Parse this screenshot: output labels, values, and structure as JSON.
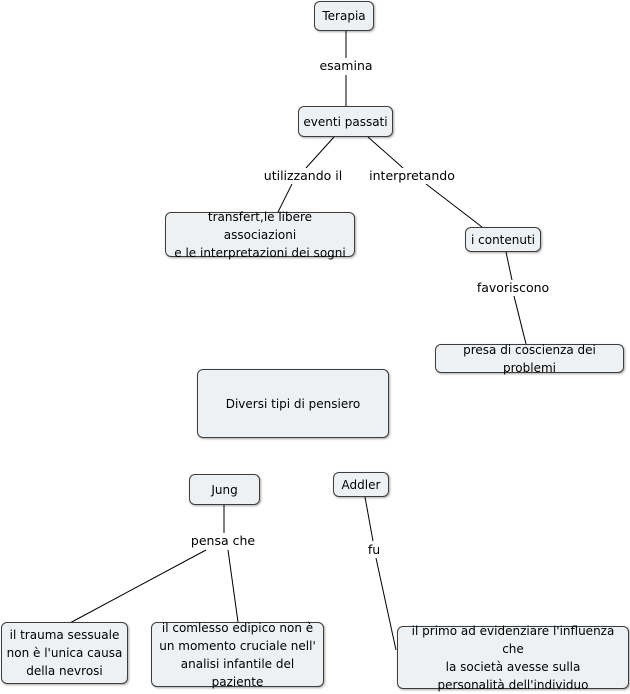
{
  "concept_map": {
    "nodes": {
      "terapia": "Terapia",
      "eventi_passati": "eventi passati",
      "transfert": "transfert,le libere associazioni\ne le interpretazioni dei sogni",
      "contenuti": "i contenuti",
      "presa_coscienza": "presa di coscienza dei problemi",
      "diversi_tipi": "Diversi tipi di pensiero",
      "jung": "Jung",
      "addler": "Addler",
      "trauma": "il trauma sessuale\nnon è l'unica causa\ndella nevrosi",
      "complesso": "il comlesso edipico non è\nun momento cruciale nell'\nanalisi infantile del paziente",
      "primo": "il primo ad evidenziare l'influenza che\nla società avesse sulla\npersonalità dell'individuo"
    },
    "links": {
      "esamina": "esamina",
      "utilizzando": "utilizzando il",
      "interpretando": "interpretando",
      "favoriscono": "favoriscono",
      "pensa_che": "pensa che",
      "fu": "fu"
    },
    "colors": {
      "node_fill": "#eef1f3",
      "node_border": "#3d3d3d",
      "line": "#000000"
    }
  }
}
